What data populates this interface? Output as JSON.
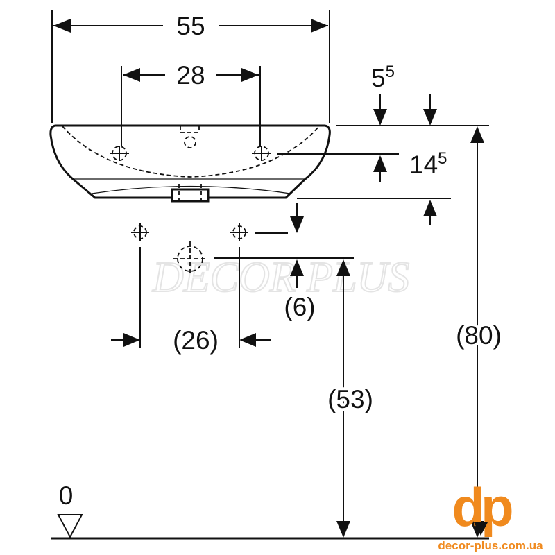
{
  "dimensions": {
    "overall_width": "55",
    "tap_hole_spacing": "28",
    "rim_offset_base": "5",
    "rim_offset_sup": "5",
    "tap_hole_depth_base": "14",
    "tap_hole_depth_sup": "5",
    "supply_offset": "(6)",
    "supply_spacing": "(26)",
    "supply_height": "(53)",
    "rim_height": "(80)",
    "floor_level": "0"
  },
  "watermark": "DECOR PLUS",
  "logo": {
    "mark": "dp",
    "url": "decor-plus.com.ua",
    "color": "#f08a1e"
  }
}
